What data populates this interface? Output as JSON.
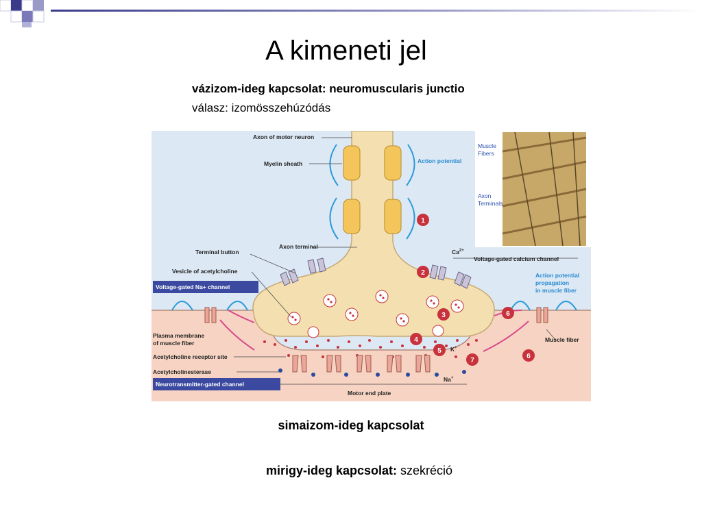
{
  "slide": {
    "title": "A kimeneti jel",
    "subtitle_bold": "vázizom-ideg kapcsolat: neuromuscularis junctio",
    "subtitle_normal": "válasz: izomösszehúzódás",
    "caption_smooth": "simaizom-ideg kapcsolat",
    "caption_gland_bold": "mirigy-ideg kapcsolat:",
    "caption_gland_normal": " szekréció"
  },
  "colors": {
    "slide_accent": "#5a5aa0",
    "diagram_background": "#dce8f4",
    "muscle_fiber": "#f6d3c2",
    "terminal": "#f3dfb0",
    "myelin": "#f3c55a",
    "step_badge": "#c8323c",
    "label_box": "#3b4aa0"
  },
  "figure": {
    "labels": {
      "axon_of_motor_neuron": "Axon of motor neuron",
      "myelin_sheath": "Myelin sheath",
      "axon_terminal": "Axon terminal",
      "terminal_button": "Terminal button",
      "vesicle_ach": "Vesicle of acetylcholine",
      "vg_na_channel": "Voltage-gated Na+ channel",
      "plasma_membrane_1": "Plasma membrane",
      "plasma_membrane_2": "of muscle fiber",
      "ach_receptor_site": "Acetylcholine receptor site",
      "acetylcholinesterase": "Acetylcholinesterase",
      "nt_gated_channel": "Neurotransmitter-gated channel",
      "motor_end_plate": "Motor end plate",
      "action_potential": "Action potential",
      "ca": "Ca",
      "ca_sup": "2+",
      "vg_ca_channel": "Voltage-gated calcium channel",
      "ap_prop_1": "Action potential",
      "ap_prop_2": "propagation",
      "ap_prop_3": "in muscle fiber",
      "muscle_fiber": "Muscle fiber",
      "k": "K",
      "k_sup": "+",
      "na": "Na",
      "na_sup": "+",
      "micro_muscle_1": "Muscle",
      "micro_muscle_2": "Fibers",
      "micro_axon_1": "Axon",
      "micro_axon_2": "Terminals"
    },
    "steps": [
      "1",
      "2",
      "3",
      "4",
      "5",
      "6",
      "6",
      "7"
    ]
  }
}
